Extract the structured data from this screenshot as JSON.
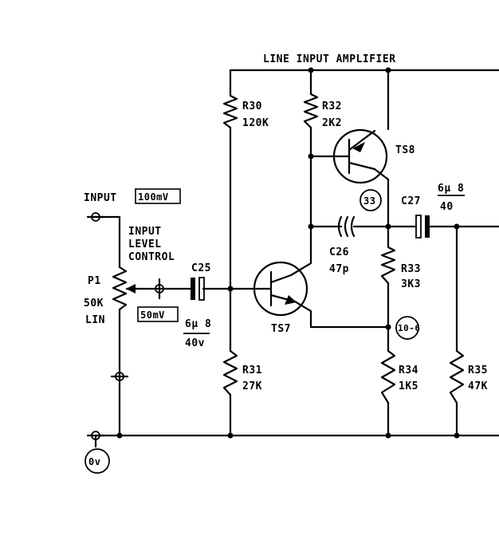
{
  "title": "LINE INPUT AMPLIFIER",
  "input": {
    "label": "INPUT",
    "level": "100mV"
  },
  "control": {
    "line1": "INPUT",
    "line2": "LEVEL",
    "line3": "CONTROL"
  },
  "pot": {
    "ref": "P1",
    "value": "50K",
    "taper": "LIN"
  },
  "level_after_pot": "50mV",
  "ground": "0v",
  "test_points": {
    "tp33": "33",
    "tp106": "10-6"
  },
  "components": {
    "c25": {
      "ref": "C25",
      "value_top": "6µ 8",
      "value_bottom": "40v"
    },
    "r30": {
      "ref": "R30",
      "value": "120K"
    },
    "r31": {
      "ref": "R31",
      "value": "27K"
    },
    "r32": {
      "ref": "R32",
      "value": "2K2"
    },
    "ts7": {
      "ref": "TS7"
    },
    "ts8": {
      "ref": "TS8"
    },
    "c26": {
      "ref": "C26",
      "value": "47p"
    },
    "r33": {
      "ref": "R33",
      "value": "3K3"
    },
    "r34": {
      "ref": "R34",
      "value": "1K5"
    },
    "c27": {
      "ref": "C27",
      "value_top": "6µ 8",
      "value_bottom": "40"
    },
    "r35": {
      "ref": "R35",
      "value": "47K"
    }
  }
}
